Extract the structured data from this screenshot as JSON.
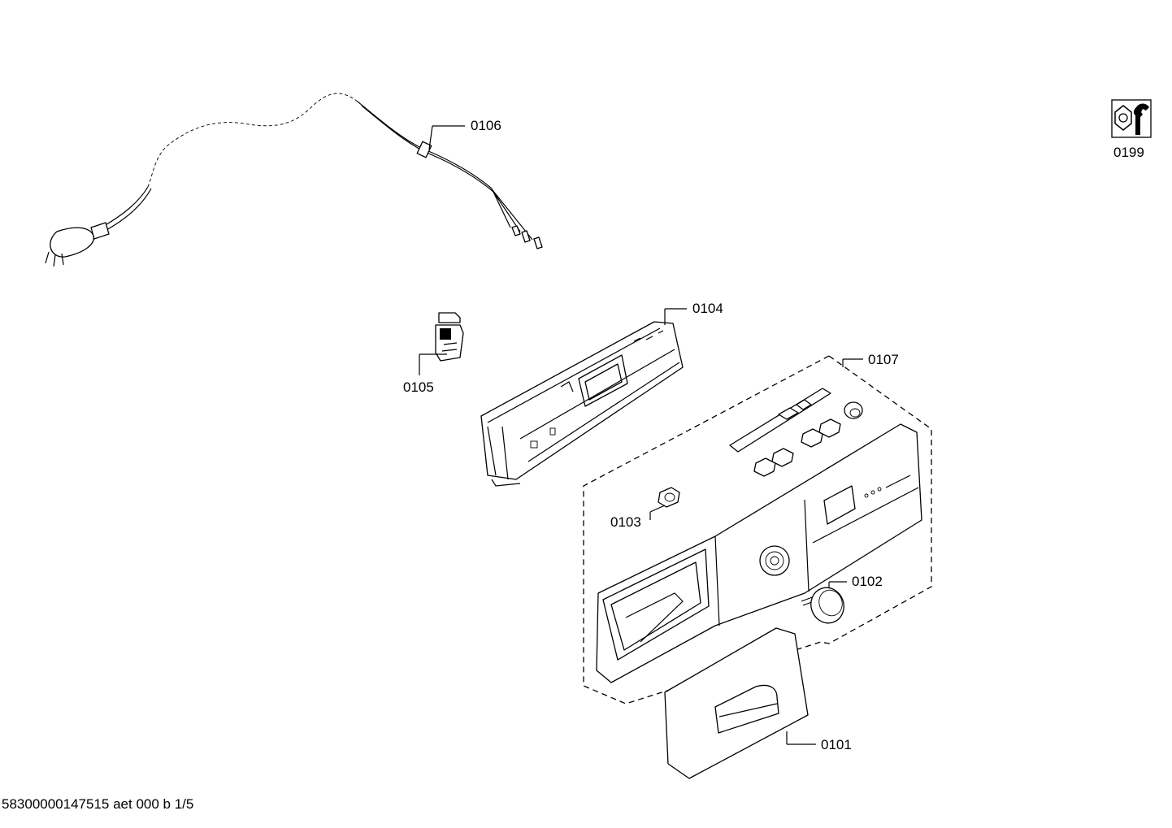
{
  "parts": {
    "p0106": "0106",
    "p0104": "0104",
    "p0105": "0105",
    "p0107": "0107",
    "p0103": "0103",
    "p0102": "0102",
    "p0101": "0101",
    "p0199": "0199"
  },
  "footer": "58300000147515 aet 000 b 1/5",
  "icons": {
    "service_kit": "wrench-nut-icon"
  }
}
